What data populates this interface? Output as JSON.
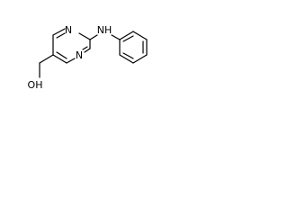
{
  "molecule": {
    "atoms": {
      "n_upper": "N",
      "n_lower": "N",
      "nh": "NH",
      "oh": "OH"
    }
  }
}
